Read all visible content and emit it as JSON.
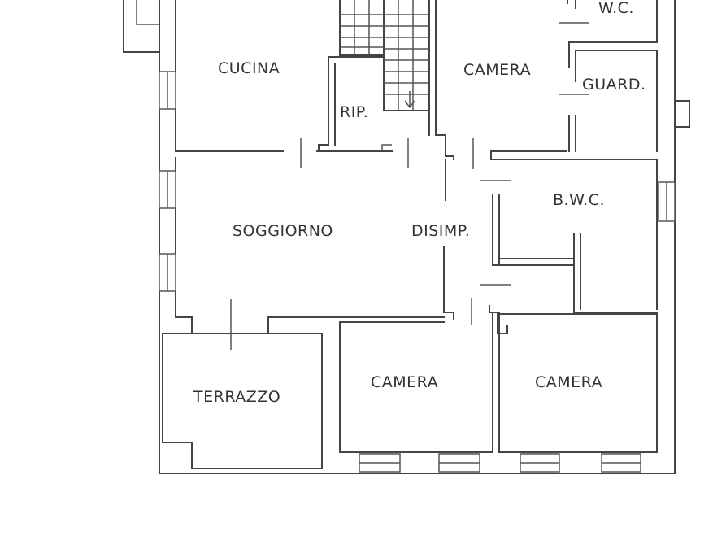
{
  "rooms": {
    "wc": "W.C.",
    "cucina": "CUCINA",
    "camera_top": "CAMERA",
    "rip": "RIP.",
    "guard": "GUARD.",
    "bwc": "B.W.C.",
    "soggiorno": "SOGGIORNO",
    "disimp": "DISIMP.",
    "terrazzo": "TERRAZZO",
    "camera_left": "CAMERA",
    "camera_right": "CAMERA"
  },
  "colors": {
    "wall": "#444444",
    "text": "#333333",
    "background": "#ffffff"
  }
}
